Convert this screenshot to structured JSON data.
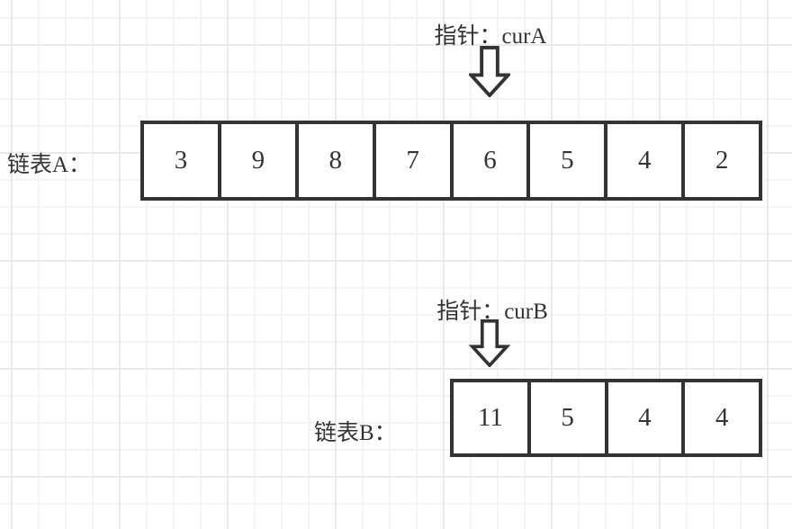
{
  "diagram": {
    "background": "grid-paper",
    "colors": {
      "stroke": "#333333",
      "text": "#333333",
      "grid_minor": "#f4f4f4",
      "grid_major": "#e9e9e9",
      "cell_fill": "#ffffff",
      "background": "#ffffff"
    },
    "list_a": {
      "pointer_label": "指针：curA",
      "pointer_icon": "hollow-down-arrow",
      "label": "链表A：",
      "values": [
        "3",
        "9",
        "8",
        "7",
        "6",
        "5",
        "4",
        "2"
      ],
      "pointed_cell_value": "6"
    },
    "list_b": {
      "pointer_label": "指针：curB",
      "pointer_icon": "hollow-down-arrow",
      "label": "链表B：",
      "values": [
        "11",
        "5",
        "4",
        "4"
      ],
      "pointed_cell_value": "11"
    }
  }
}
